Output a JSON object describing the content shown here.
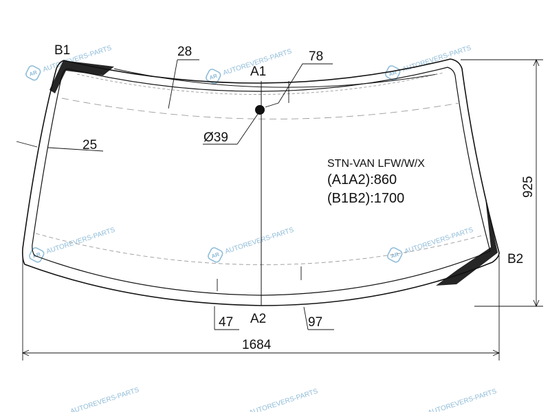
{
  "diagram": {
    "points": {
      "b1": "B1",
      "b2": "B2",
      "a1": "A1",
      "a2": "A2"
    },
    "dimensions": {
      "top_band": "28",
      "sensor_offset": "78",
      "sensor_diameter": "Ø39",
      "side_band": "25",
      "bottom_left": "47",
      "bottom_right": "97",
      "height": "925",
      "width": "1684"
    },
    "info": {
      "model": "STN-VAN LFW/W/X",
      "a1a2": "(A1A2):860",
      "b1b2": "(B1B2):1700"
    }
  },
  "watermark": {
    "text": "AUTOREVERS-PARTS",
    "icon_text": "AR",
    "color": "#8fbcd8"
  },
  "colors": {
    "line": "#111111",
    "frit": "#262626",
    "dash": "#9a9a9a"
  }
}
